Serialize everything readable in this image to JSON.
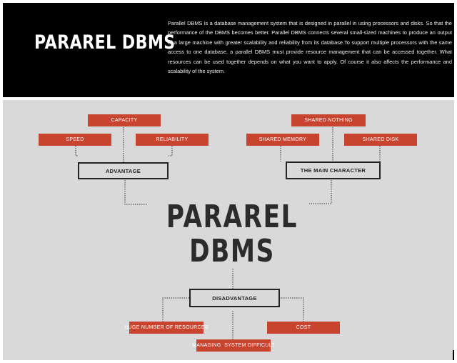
{
  "header": {
    "title": "PARAREL DBMS",
    "description": "Parallel DBMS is a database management system that is designed in parallel in using processors and disks. So that the performance of the DBMS becomes better. Parallel DBMS connects several small-sized machines to produce an output of a large machine with greater scalability and reliability from its database.To support multiple processors with the same access to one database, a parallel DBMS must provide resource management that can be accessed together. What resources can be used together depends on what you want to apply. Of course it also affects the performance and scalability of the system."
  },
  "diagram": {
    "center_title_line1": "PARAREL",
    "center_title_line2": "DBMS",
    "advantage": {
      "label": "ADVANTAGE",
      "items": [
        "CAPACITY",
        "SPEED",
        "RELIABILITY"
      ]
    },
    "main_character": {
      "label": "THE MAIN CHARACTER",
      "items": [
        "SHARED NOTHING",
        "SHARED MEMORY",
        "SHARED DISK"
      ]
    },
    "disadvantage": {
      "label": "DISADVANTAGE",
      "items": [
        "HUGE NUMBER OF RESOURCES",
        "COST",
        "MANAGING  SYSTEM DIFFICULT"
      ]
    }
  },
  "colors": {
    "header_bg": "#000000",
    "diagram_bg": "#d9d9d9",
    "box_red": "#c8442f",
    "outline": "#222222"
  }
}
